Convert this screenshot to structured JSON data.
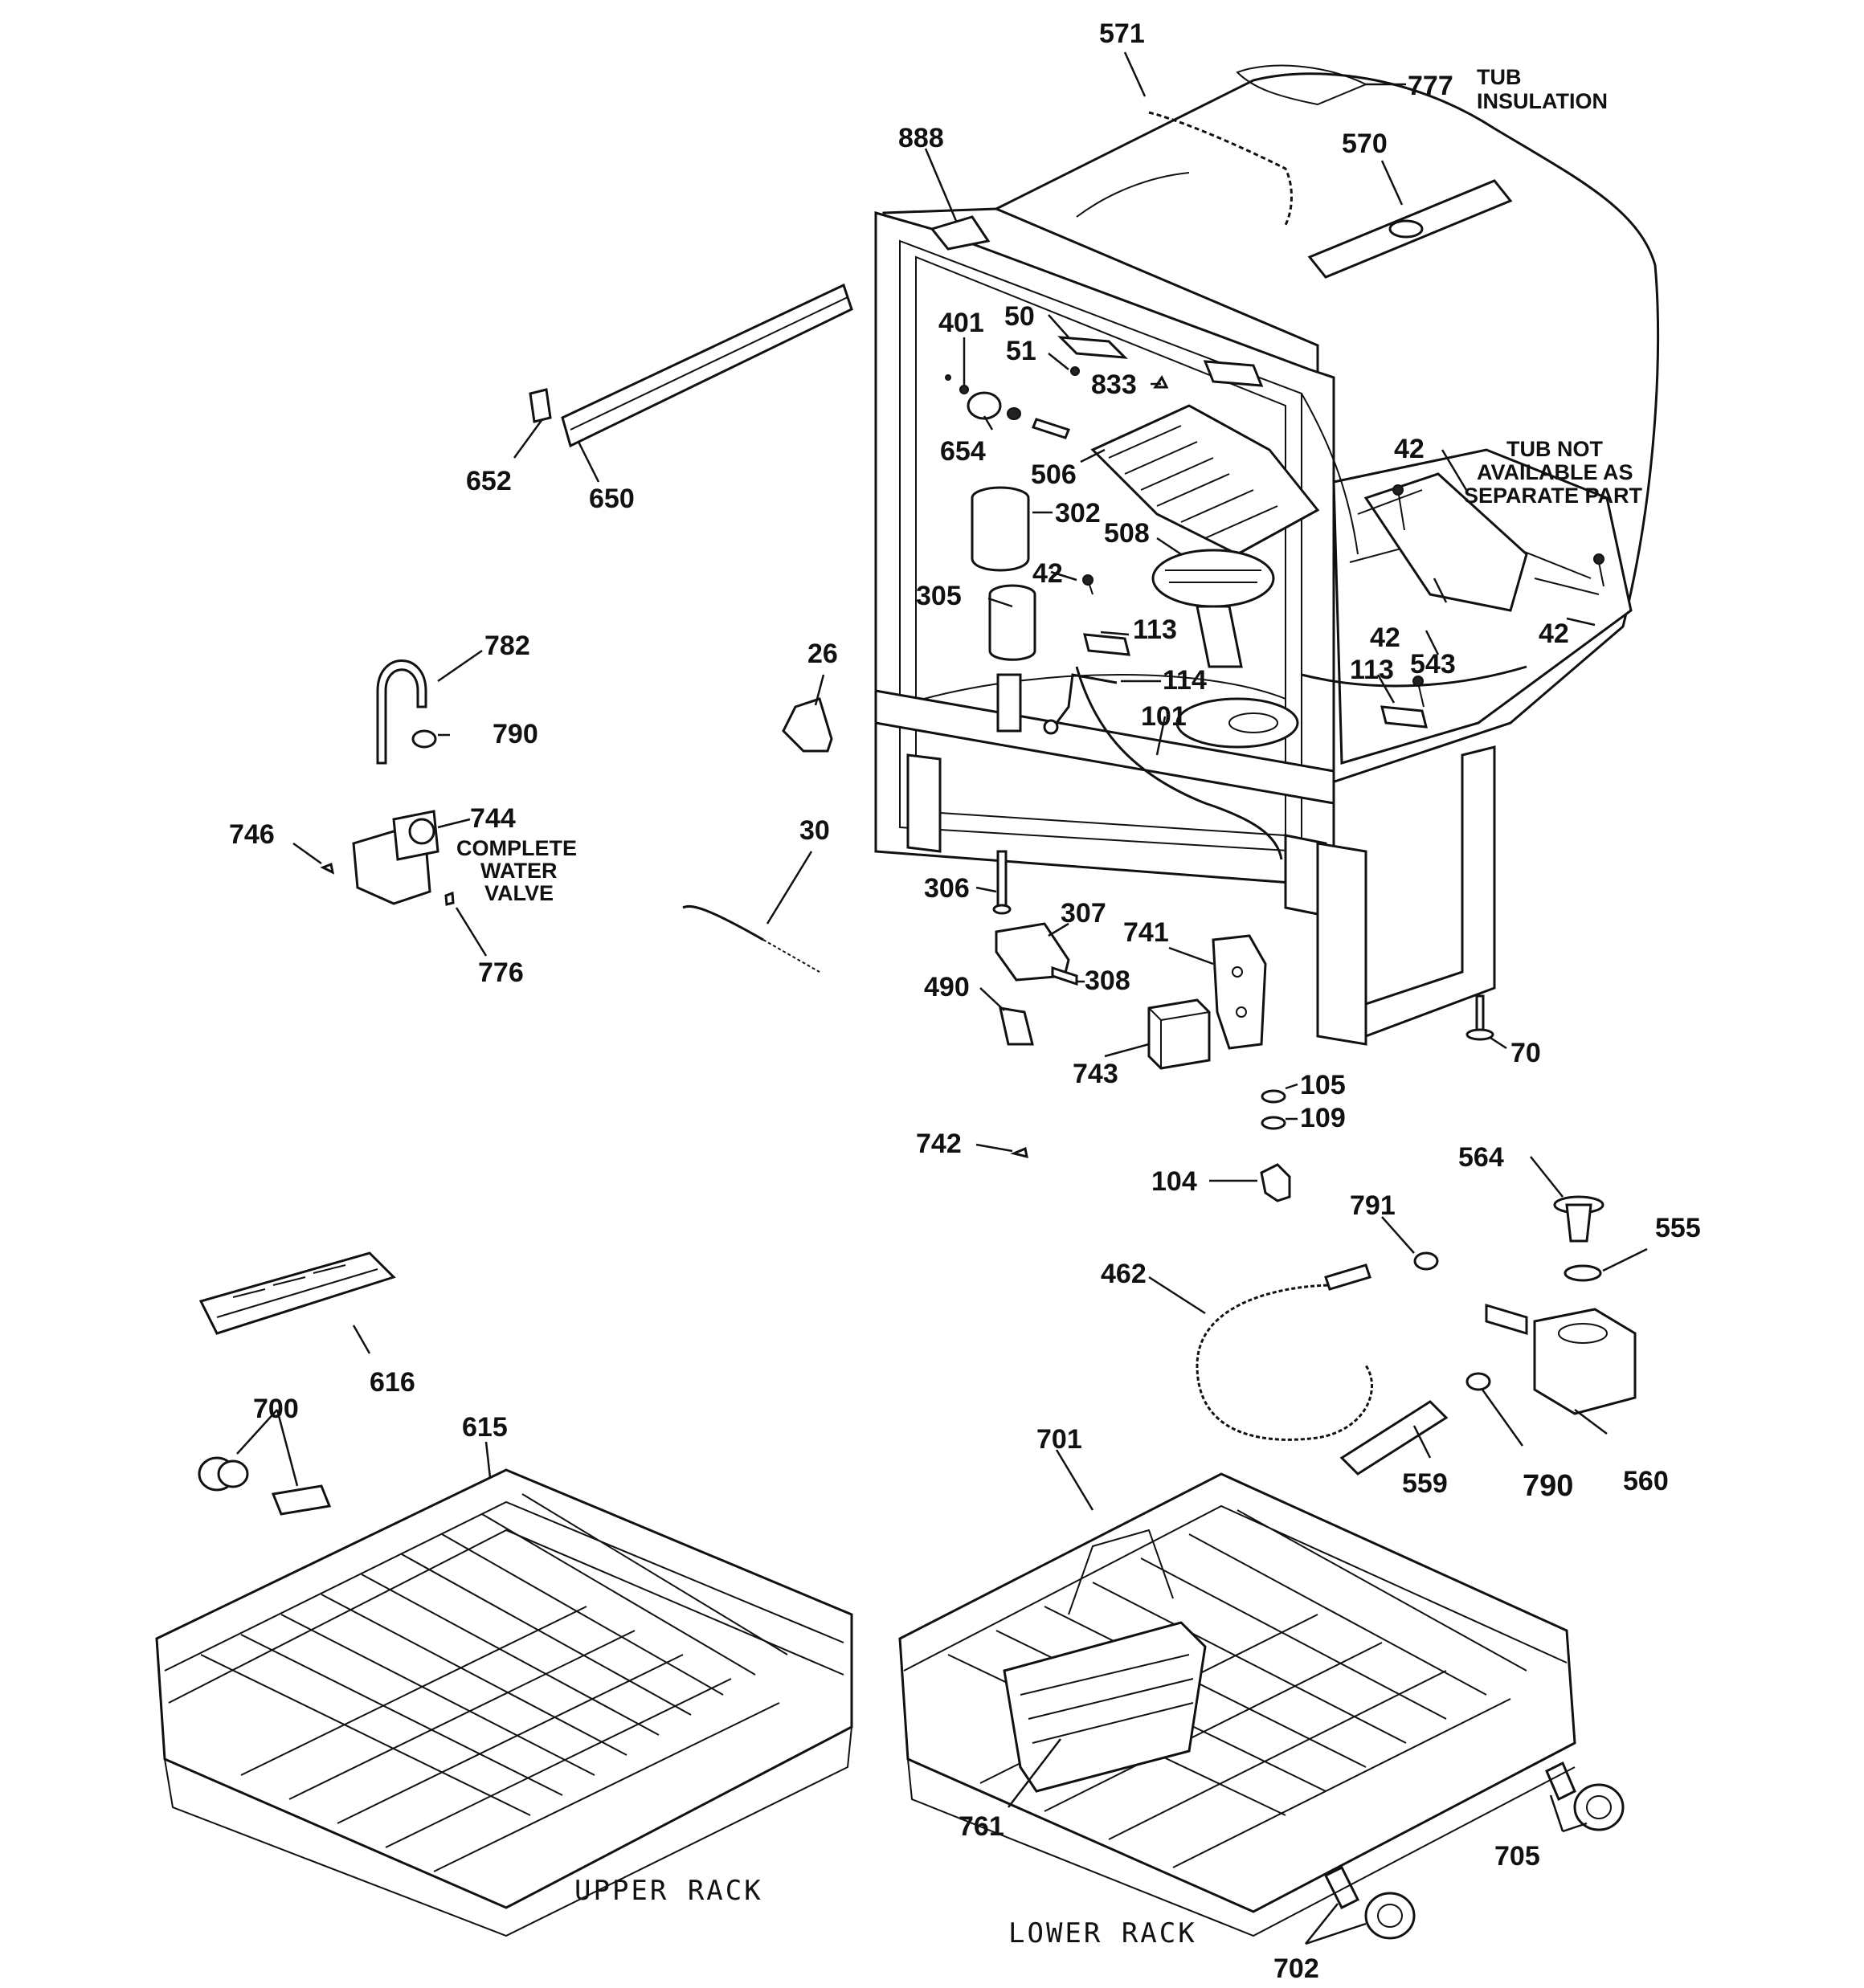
{
  "diagram": {
    "callouts": {
      "p571": "571",
      "p777": "777",
      "p888": "888",
      "p570": "570",
      "p401": "401",
      "p50": "50",
      "p51": "51",
      "p833": "833",
      "p652": "652",
      "p650": "650",
      "p654": "654",
      "p506": "506",
      "p42a": "42",
      "p42b": "42",
      "p42c": "42",
      "p42d": "42",
      "p302": "302",
      "p508": "508",
      "p305": "305",
      "p113a": "113",
      "p113b": "113",
      "p114": "114",
      "p101": "101",
      "p543": "543",
      "p782": "782",
      "p790a": "790",
      "p26": "26",
      "p746": "746",
      "p744": "744",
      "p30": "30",
      "p776": "776",
      "p306": "306",
      "p307": "307",
      "p741": "741",
      "p308": "308",
      "p490": "490",
      "p70": "70",
      "p743": "743",
      "p105": "105",
      "p109": "109",
      "p742": "742",
      "p104": "104",
      "p564": "564",
      "p791": "791",
      "p555": "555",
      "p462": "462",
      "p616": "616",
      "p700": "700",
      "p615": "615",
      "p701": "701",
      "p559": "559",
      "p790b": "790",
      "p560": "560",
      "p761": "761",
      "p705": "705",
      "p702": "702"
    },
    "notes": {
      "tub_insulation_1": "TUB",
      "tub_insulation_2": "INSULATION",
      "tub_not_available_1": "TUB NOT",
      "tub_not_available_2": "AVAILABLE AS",
      "tub_not_available_3": "SEPARATE PART",
      "water_valve_1": "COMPLETE",
      "water_valve_2": "WATER",
      "water_valve_3": "VALVE"
    },
    "rack_labels": {
      "upper": "UPPER RACK",
      "lower": "LOWER RACK"
    }
  }
}
